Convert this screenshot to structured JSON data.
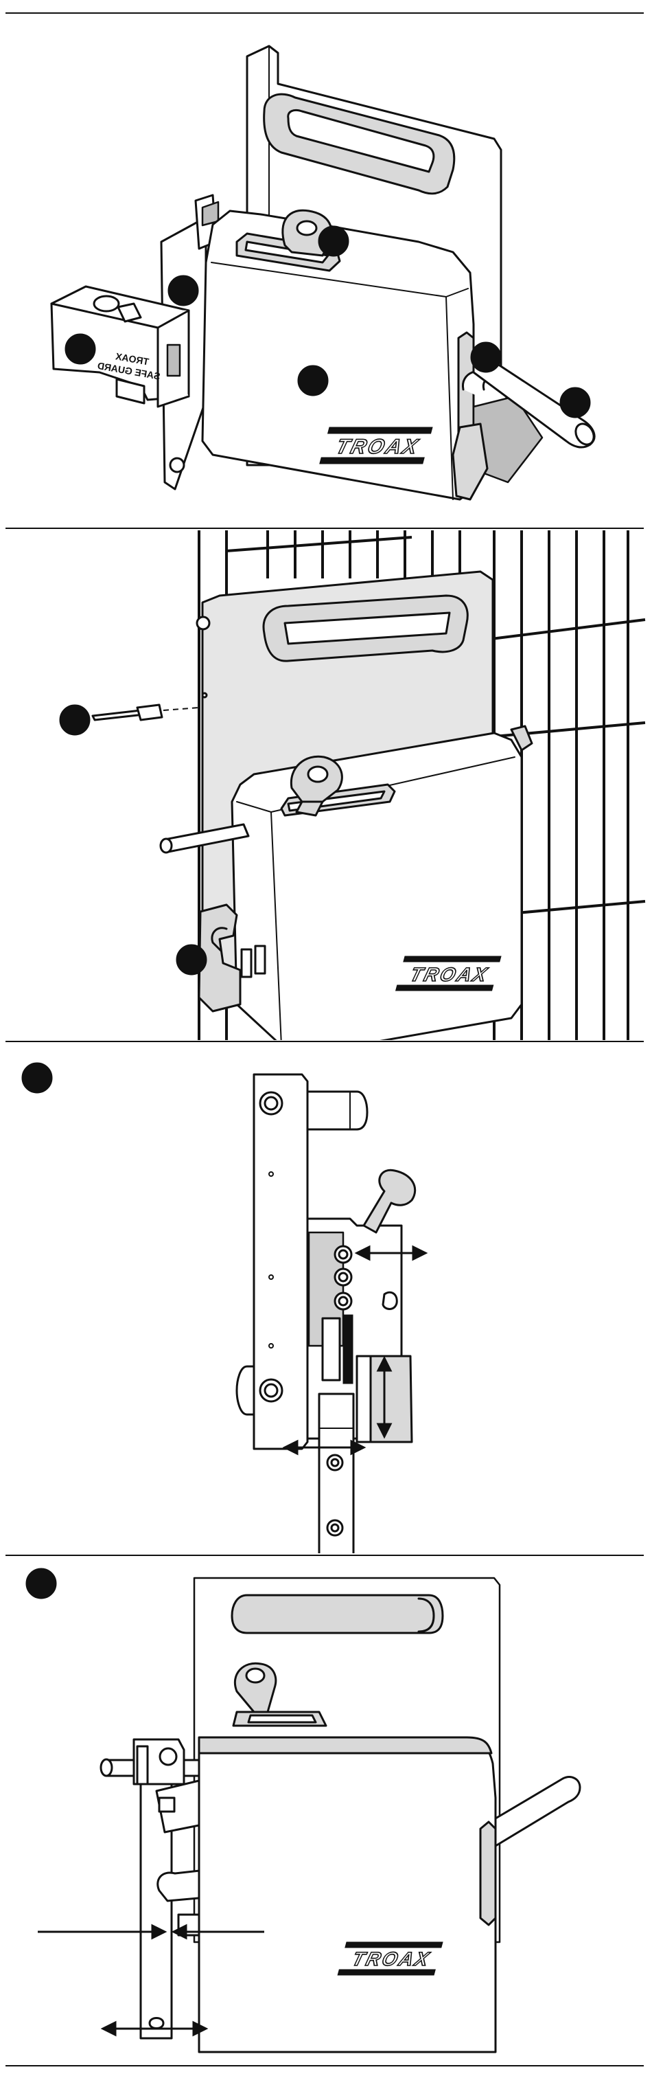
{
  "brand": {
    "logo_text": "TROAX",
    "mirrored_label_line1": "TROAX",
    "mirrored_label_line2": "SAFE GUARD"
  },
  "colors": {
    "ink": "#111111",
    "metal_light": "#d9d9d9",
    "metal_mid": "#bdbdbd",
    "background": "#ffffff"
  },
  "icons": {
    "callout_marker": "filled-black-circle",
    "dimension_arrow": "double-headed-arrow",
    "rivet": "blind-rivet"
  }
}
